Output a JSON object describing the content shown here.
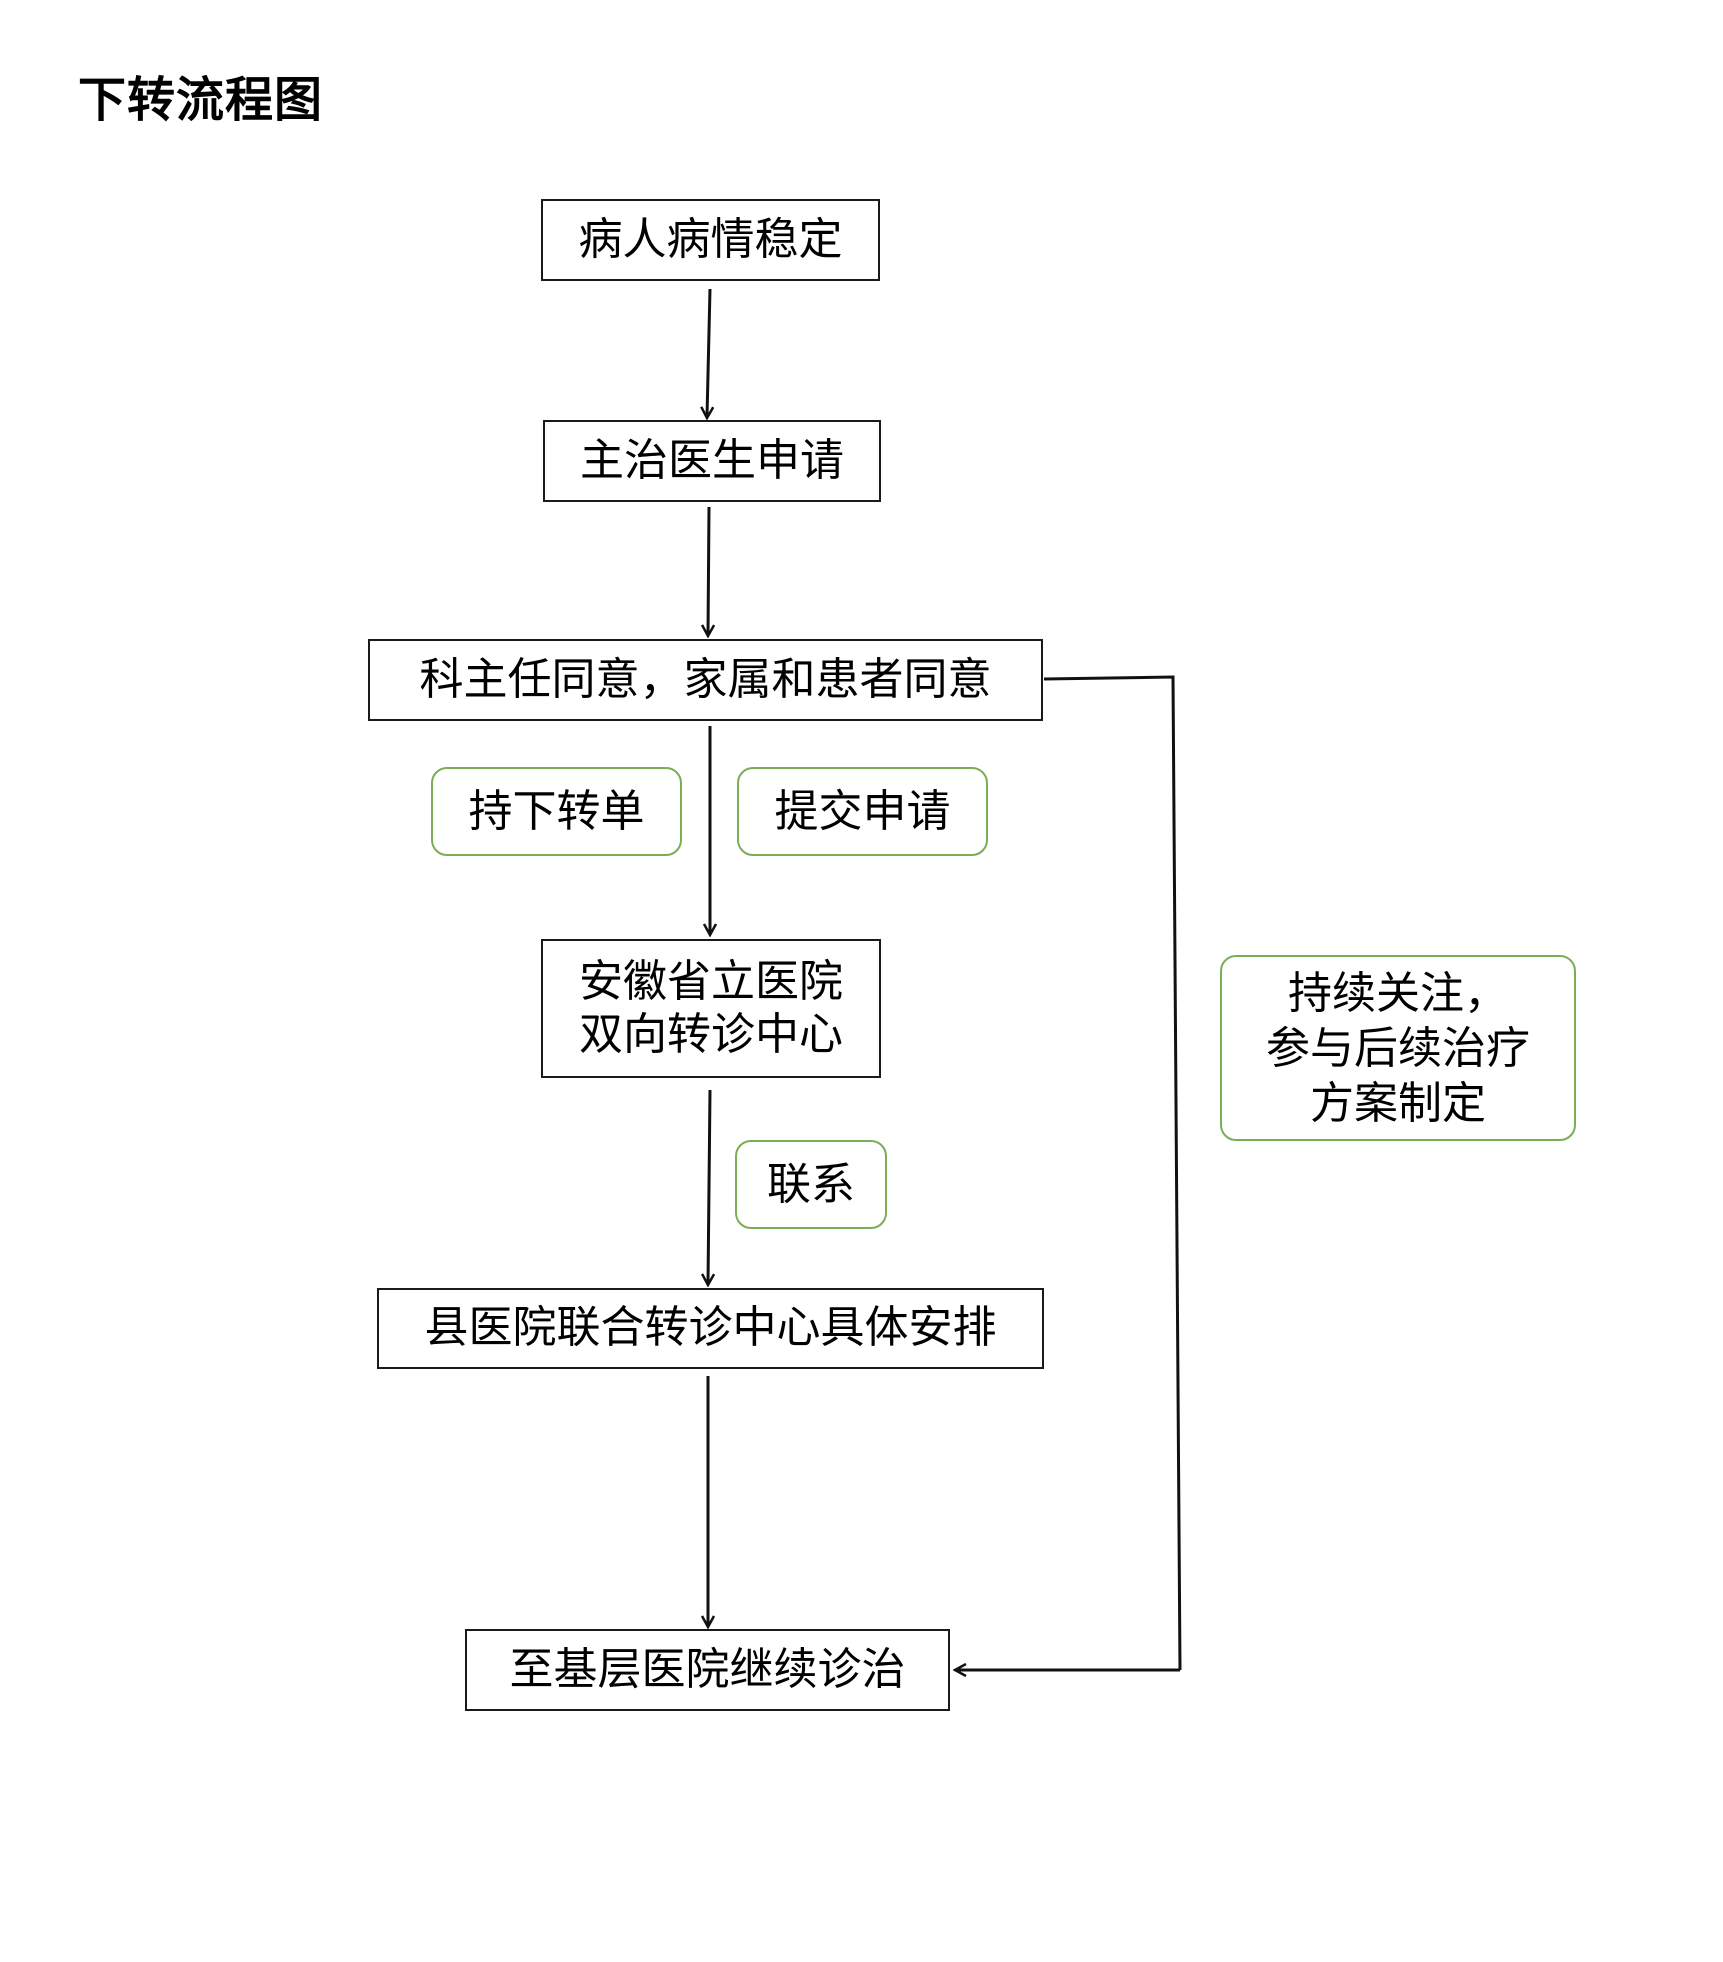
{
  "title": "下转流程图",
  "colors": {
    "box_border": "#1a1a1a",
    "note_border": "#7aad55",
    "arrow": "#111111"
  },
  "nodes": {
    "patient_stable": "病人病情稳定",
    "doctor_apply": "主治医生申请",
    "consent": "科主任同意，家属和患者同意",
    "provincial_center": "安徽省立医院\n双向转诊中心",
    "county_center": "县医院联合转诊中心具体安排",
    "grassroots": "至基层医院继续诊治"
  },
  "notes": {
    "referral_slip": "持下转单",
    "submit_apply": "提交申请",
    "contact": "联系",
    "follow_up": "持续关注，\n参与后续治疗\n方案制定"
  }
}
